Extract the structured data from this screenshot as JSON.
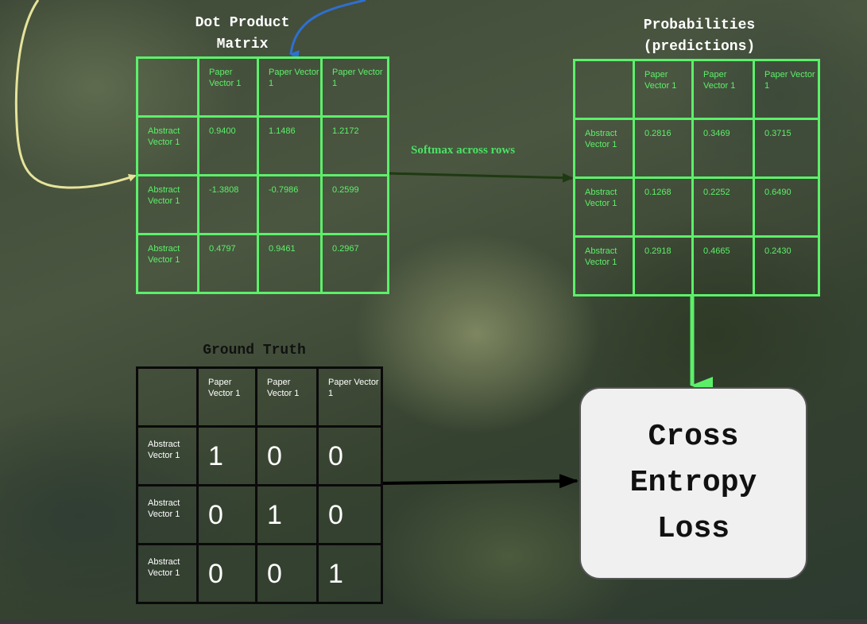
{
  "dot_product": {
    "title": "Dot Product\nMatrix",
    "col_headers": [
      "Paper Vector 1",
      "Paper Vector 1",
      "Paper Vector 1"
    ],
    "rows": [
      {
        "label": "Abstract Vector 1",
        "values": [
          "0.9400",
          "1.1486",
          "1.2172"
        ]
      },
      {
        "label": "Abstract Vector 1",
        "values": [
          "-1.3808",
          "-0.7986",
          "0.2599"
        ]
      },
      {
        "label": "Abstract Vector 1",
        "values": [
          "0.4797",
          "0.9461",
          "0.2967"
        ]
      }
    ]
  },
  "softmax_label": "Softmax across rows",
  "probabilities": {
    "title": "Probabilities\n(predictions)",
    "col_headers": [
      "Paper Vector 1",
      "Paper Vector 1",
      "Paper Vector 1"
    ],
    "rows": [
      {
        "label": "Abstract Vector 1",
        "values": [
          "0.2816",
          "0.3469",
          "0.3715"
        ]
      },
      {
        "label": "Abstract Vector 1",
        "values": [
          "0.1268",
          "0.2252",
          "0.6490"
        ]
      },
      {
        "label": "Abstract Vector 1",
        "values": [
          "0.2918",
          "0.4665",
          "0.2430"
        ]
      }
    ]
  },
  "ground_truth": {
    "title": "Ground Truth",
    "col_headers": [
      "Paper Vector 1",
      "Paper Vector 1",
      "Paper Vector 1"
    ],
    "rows": [
      {
        "label": "Abstract Vector 1",
        "values": [
          "1",
          "0",
          "0"
        ]
      },
      {
        "label": "Abstract Vector 1",
        "values": [
          "0",
          "1",
          "0"
        ]
      },
      {
        "label": "Abstract Vector 1",
        "values": [
          "0",
          "0",
          "1"
        ]
      }
    ]
  },
  "loss_box": {
    "label": "Cross\nEntropy\nLoss"
  },
  "colors": {
    "grid_green": "#5cf06a",
    "grid_black": "#0a0a0a",
    "softmax_text": "#4be265",
    "yellow_arrow": "#e6e49a",
    "blue_arrow": "#2f6fd0",
    "dark_arrow": "#1f3a12"
  }
}
